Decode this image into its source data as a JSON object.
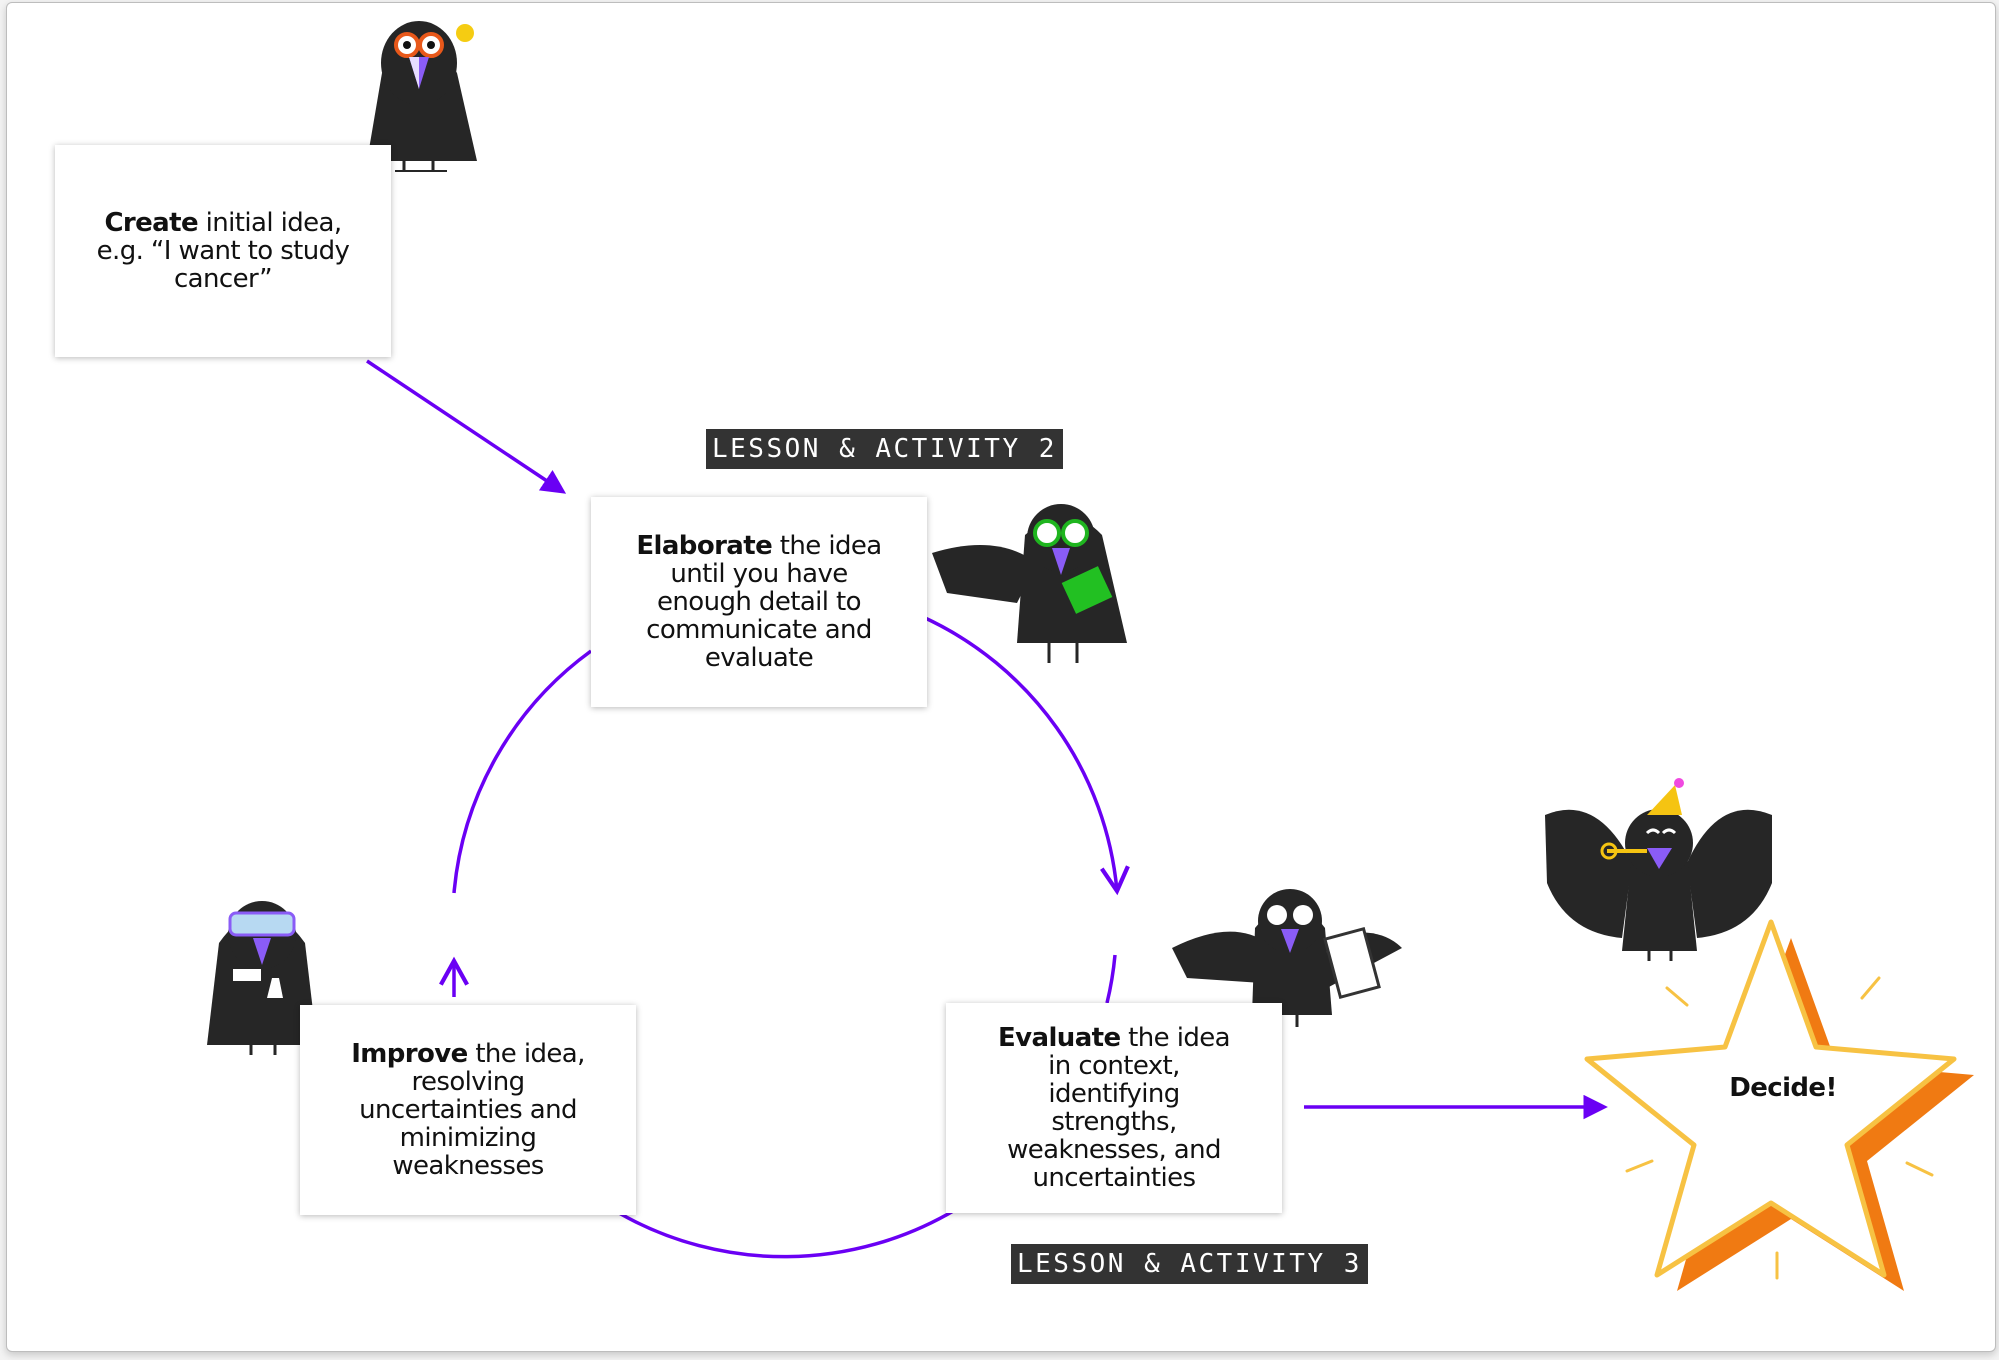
{
  "steps": {
    "create": {
      "bold": "Create",
      "rest": " initial idea, e.g. “I want to study cancer”"
    },
    "elaborate": {
      "bold": "Elaborate",
      "rest": " the idea until you have enough detail to communicate and evaluate"
    },
    "evaluate": {
      "bold": "Evaluate",
      "rest": " the idea in context, identifying strengths, weaknesses, and uncertainties"
    },
    "improve": {
      "bold": "Improve",
      "rest": " the idea, resolving uncertainties and minimizing weaknesses"
    }
  },
  "tags": {
    "lesson2": "LESSON & ACTIVITY 2",
    "lesson3": "LESSON & ACTIVITY 3"
  },
  "decide": "Decide!",
  "icons": {
    "thinking_crow": "crow-lightbulb-icon",
    "reading_crow": "crow-book-icon",
    "checklist_crow": "crow-checklist-icon",
    "scientist_crow": "crow-goggles-flask-icon",
    "party_crow": "crow-party-icon",
    "star": "star-icon"
  },
  "colors": {
    "arrow": "#6a00f4",
    "tag_bg": "#333333",
    "crow": "#262626",
    "star_outline": "#f7c243",
    "star_shadow": "#f07a12"
  }
}
